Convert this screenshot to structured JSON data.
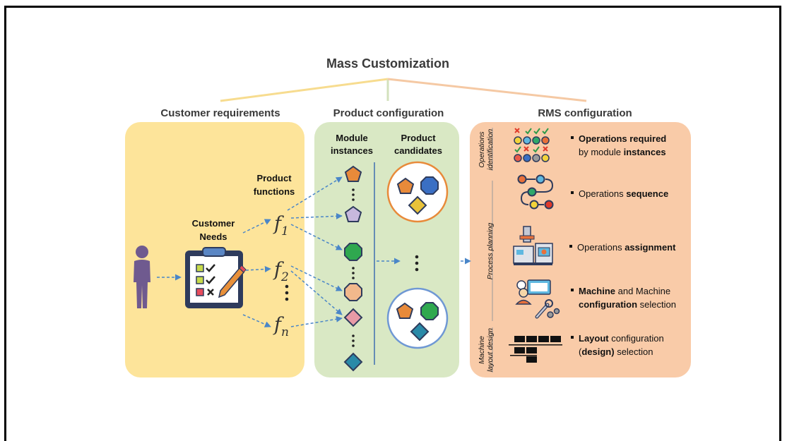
{
  "title": "Mass Customization",
  "sections": {
    "customer": {
      "heading": "Customer requirements",
      "needs_label": [
        "Customer",
        "Needs"
      ],
      "functions_label": [
        "Product",
        "functions"
      ],
      "functions": [
        {
          "sym": "f",
          "sub": "1"
        },
        {
          "sym": "f",
          "sub": "2"
        },
        {
          "sym": "f",
          "sub": "n"
        }
      ]
    },
    "product": {
      "heading": "Product  configuration",
      "col1_label": [
        "Module",
        "instances"
      ],
      "col2_label": [
        "Product",
        "candidates"
      ]
    },
    "rms": {
      "heading": "RMS configuration",
      "side_labels": [
        [
          "Operations",
          "identification"
        ],
        [
          "Process planning"
        ],
        [
          "Machine",
          "layout design"
        ]
      ],
      "items": [
        {
          "line1": [
            {
              "t": "Operations required",
              "b": true
            }
          ],
          "line2": [
            {
              "t": "by module ",
              "b": false
            },
            {
              "t": "instances",
              "b": true
            }
          ]
        },
        {
          "line1": [
            {
              "t": "Operations ",
              "b": false
            },
            {
              "t": "sequence",
              "b": true
            }
          ]
        },
        {
          "line1": [
            {
              "t": "Operations ",
              "b": false
            },
            {
              "t": "assignment",
              "b": true
            }
          ]
        },
        {
          "line1": [
            {
              "t": "Machine",
              "b": true
            },
            {
              "t": " and Machine",
              "b": false
            }
          ],
          "line2": [
            {
              "t": "configuration",
              "b": true
            },
            {
              "t": " selection",
              "b": false
            }
          ]
        },
        {
          "line1": [
            {
              "t": "Layout",
              "b": true
            },
            {
              "t": " configuration",
              "b": false
            }
          ],
          "line2": [
            {
              "t": "(",
              "b": false
            },
            {
              "t": "design)",
              "b": true
            },
            {
              "t": " selection",
              "b": false
            }
          ]
        }
      ]
    }
  },
  "colors": {
    "customer_panel": "#fde49a",
    "product_panel": "#d9e8c4",
    "rms_panel": "#f9cba8",
    "arrow": "#4a86c8",
    "person": "#6f5a8f",
    "candidate_orange": "#e88a3a",
    "candidate_blue": "#6f98d4"
  }
}
